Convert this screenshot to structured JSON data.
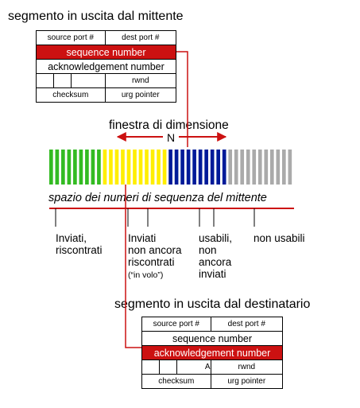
{
  "sender": {
    "title": "segmento in uscita dal mittente",
    "source_port": "source port #",
    "dest_port": "dest port #",
    "sequence_number": "sequence number",
    "ack_number": "acknowledgement number",
    "rwnd": "rwnd",
    "checksum": "checksum",
    "urg_pointer": "urg pointer"
  },
  "window": {
    "label": "finestra di dimensione",
    "size_label": "N"
  },
  "sequence_space": {
    "label": "spazio dei numeri di sequenza del mittente",
    "groups": [
      {
        "name": "acked",
        "count": 9,
        "color": "#33bb22"
      },
      {
        "name": "in-flight",
        "count": 11,
        "color": "#ffee00"
      },
      {
        "name": "usable",
        "count": 10,
        "color": "#001a99"
      },
      {
        "name": "not-usable",
        "count": 11,
        "color": "#aaaaaa"
      }
    ],
    "categories": [
      {
        "lines": [
          "Inviati,",
          "riscontrati"
        ]
      },
      {
        "lines": [
          "Inviati",
          "non ancora",
          "riscontrati"
        ],
        "note": "(“in volo”)"
      },
      {
        "lines": [
          "usabili,",
          "non",
          "ancora",
          "inviati"
        ]
      },
      {
        "lines": [
          "non usabili"
        ]
      }
    ]
  },
  "receiver": {
    "title": "segmento in uscita dal destinatario",
    "source_port": "source port #",
    "dest_port": "dest port #",
    "sequence_number": "sequence number",
    "ack_number": "acknowledgement number",
    "ack_flag": "A",
    "rwnd": "rwnd",
    "checksum": "checksum",
    "urg_pointer": "urg pointer"
  },
  "colors": {
    "highlight": "#cc1111",
    "connector": "#cc1111"
  }
}
